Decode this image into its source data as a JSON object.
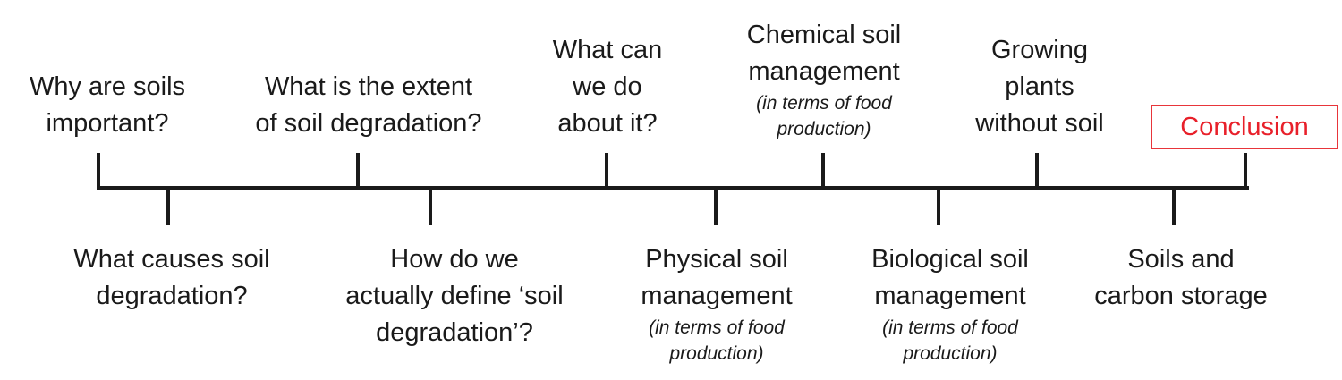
{
  "timeline": {
    "above": [
      {
        "main": "Why are soils\nimportant?",
        "sub": ""
      },
      {
        "main": "What is the extent\nof soil degradation?",
        "sub": ""
      },
      {
        "main": "What can\nwe do\nabout it?",
        "sub": ""
      },
      {
        "main": "Chemical soil\nmanagement",
        "sub": "(in terms of food\nproduction)"
      },
      {
        "main": "Growing\nplants\nwithout soil",
        "sub": ""
      }
    ],
    "below": [
      {
        "main": "What causes soil\ndegradation?",
        "sub": ""
      },
      {
        "main": "How do we\nactually define ‘soil\ndegradation’?",
        "sub": ""
      },
      {
        "main": "Physical soil\nmanagement",
        "sub": "(in terms of food\nproduction)"
      },
      {
        "main": "Biological soil\nmanagement",
        "sub": "(in terms of food\nproduction)"
      },
      {
        "main": "Soils and\ncarbon storage",
        "sub": ""
      }
    ],
    "conclusion": {
      "label": "Conclusion",
      "color": "#e8202a"
    }
  }
}
